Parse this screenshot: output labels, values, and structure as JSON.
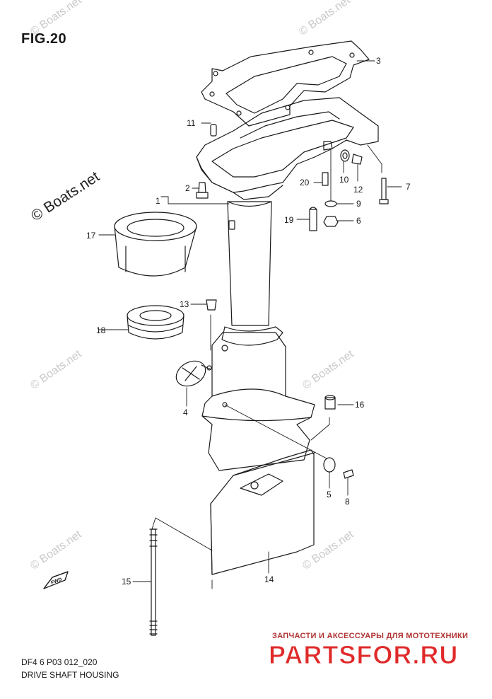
{
  "figure": {
    "title": "FIG.20",
    "code": "DF4 6 P03 012_020",
    "caption": "DRIVE SHAFT HOUSING"
  },
  "watermarks": {
    "main": "© Boats.net",
    "faint": "© Boats.net"
  },
  "callouts": [
    "1",
    "2",
    "3",
    "4",
    "5",
    "6",
    "7",
    "8",
    "9",
    "10",
    "11",
    "12",
    "13",
    "14",
    "15",
    "16",
    "17",
    "18",
    "19",
    "20"
  ],
  "direction_tag": "FWD",
  "brand": {
    "top_line": "ЗАПЧАСТИ И АКСЕССУАРЫ ДЛЯ МОТОТЕХНИКИ",
    "name": "PARTSFOR.RU"
  }
}
